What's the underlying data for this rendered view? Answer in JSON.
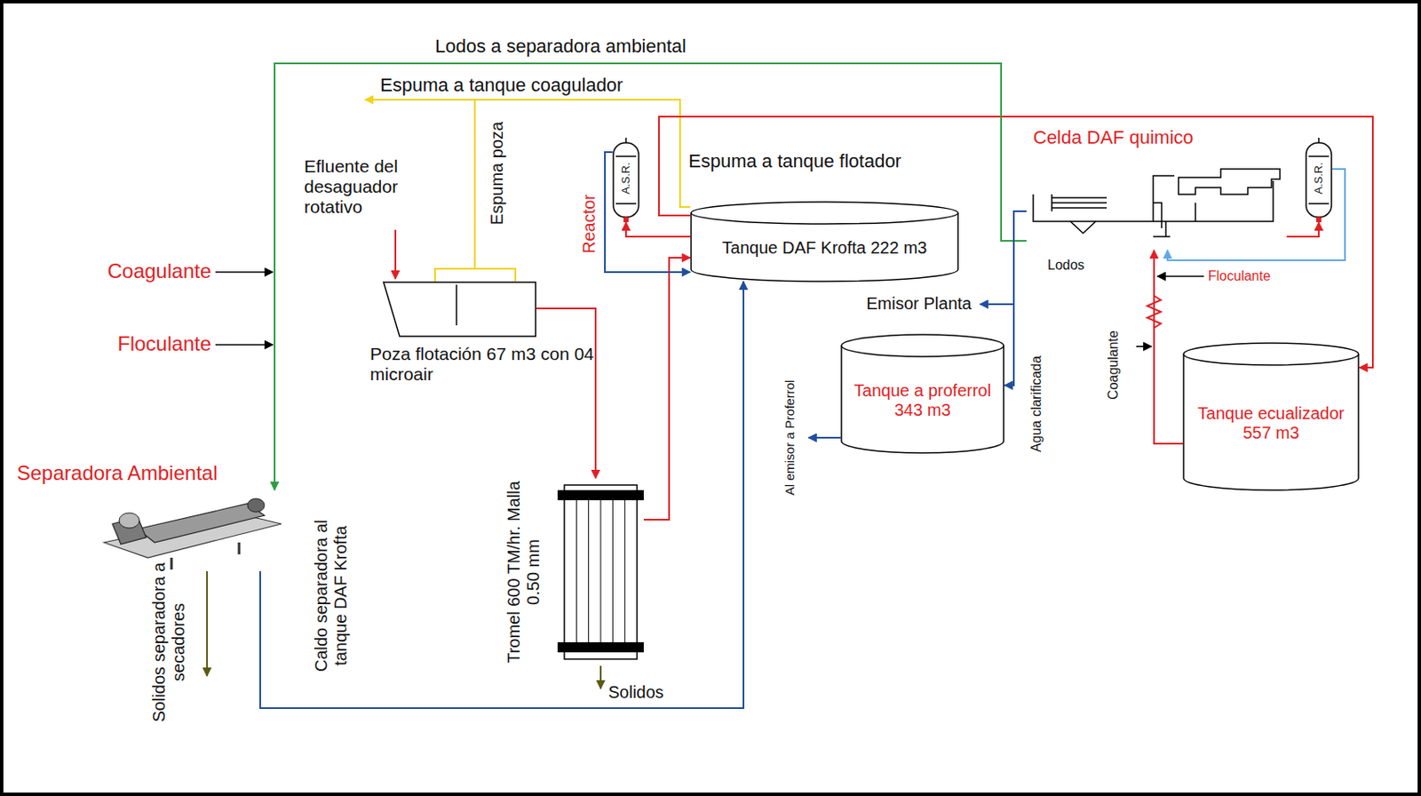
{
  "diagram": {
    "nodes": [
      {
        "text": [
          "Poza flotación 67 m3 con 04 microair"
        ]
      },
      {
        "text": [
          "Tromel 600 TM/hr. Malla 0.50 mm"
        ]
      },
      {
        "text": [
          "Tanque DAF Krofta 222 m3"
        ]
      },
      {
        "text": [
          "A.S.R."
        ]
      },
      {
        "text": [
          "Celda DAF quimico"
        ]
      },
      {
        "text": [
          "A.S.R."
        ]
      },
      {
        "text": [
          "Tanque a proferrol 343 m3"
        ]
      },
      {
        "text": [
          "Tanque ecualizador 557 m3"
        ]
      },
      {
        "text": [
          "Separadora Ambiental"
        ]
      }
    ],
    "edges": [
      {
        "from": 0,
        "to": 1,
        "arrow": "to"
      },
      {
        "from": 1,
        "to": 2,
        "arrow": "to"
      },
      {
        "from": 8,
        "to": 2,
        "arrow": "to",
        "label": "Caldo separadora al tanque DAF Krofta"
      },
      {
        "from": 2,
        "to": 3,
        "arrow": "to"
      },
      {
        "from": 3,
        "to": 2,
        "arrow": "to"
      },
      {
        "from": 2,
        "to": 7,
        "arrow": "to"
      },
      {
        "from": 7,
        "to": 4,
        "arrow": "to"
      },
      {
        "from": 4,
        "to": 5,
        "arrow": "to"
      },
      {
        "from": 5,
        "to": 4,
        "arrow": "to"
      },
      {
        "from": 4,
        "to": 8,
        "arrow": "to",
        "label": "Lodos a separadora ambiental"
      },
      {
        "from": 4,
        "to": 6,
        "arrow": "to",
        "label": "Agua clarificada"
      }
    ],
    "labels": [
      "Espuma a tanque coagulador",
      "Espuma poza",
      "Espuma a tanque flotador",
      "Efluente del desaguador rotativo",
      "Reactor",
      "Coagulante",
      "Floculante",
      "Emisor Planta",
      "Al emisor a Proferrol",
      "Lodos",
      "Floculante",
      "Coagulante",
      "Solidos separadora a secadores",
      "Solidos"
    ]
  }
}
